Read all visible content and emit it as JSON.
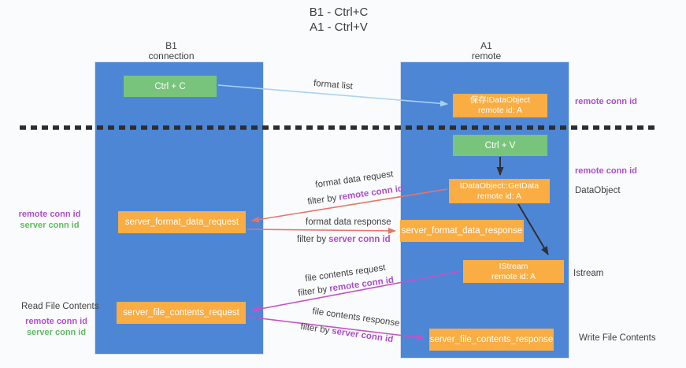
{
  "title": {
    "line1": "B1 - Ctrl+C",
    "line2": "A1 - Ctrl+V"
  },
  "lanes": {
    "b1": {
      "title": "B1",
      "subtitle": "connection"
    },
    "a1": {
      "title": "A1",
      "subtitle": "remote"
    }
  },
  "boxes": {
    "ctrl_c": {
      "label": "Ctrl + C"
    },
    "save_idataobject": {
      "line1": "保存IDataObject",
      "line2": "remote id: A"
    },
    "ctrl_v": {
      "label": "Ctrl + V"
    },
    "idataobject_getdata": {
      "line1": "IDataObject::GetData",
      "line2": "remote id: A"
    },
    "server_format_data_request": {
      "label": "server_format_data_request"
    },
    "server_format_data_response": {
      "label": "server_format_data_response"
    },
    "istream": {
      "line1": "IStream",
      "line2": "remote id: A"
    },
    "server_file_contents_request": {
      "label": "server_file_contents_request"
    },
    "server_file_contents_response": {
      "label": "server_file_contents_response"
    }
  },
  "flow_labels": {
    "format_list": "format list",
    "format_data_request": "format data request",
    "format_data_response": "format data response",
    "file_contents_request": "file contents request",
    "file_contents_response": "file contents response",
    "filter_by": "filter by",
    "remote_conn_id": "remote conn id",
    "server_conn_id": "server conn id"
  },
  "side_labels": {
    "remote_conn_id_top": "remote conn id",
    "remote_conn_id_mid": "remote conn id",
    "dataobject": "DataObject",
    "istream": "Istream",
    "write_file_contents": "Write File Contents",
    "read_file_contents": "Read File Contents",
    "left_remote_conn_id": "remote conn id",
    "left_server_conn_id": "server conn id",
    "bottom_remote_conn_id": "remote conn id",
    "bottom_server_conn_id": "server conn id"
  },
  "colors": {
    "lane_blue": "#4e86d6",
    "box_green": "#79c47d",
    "box_orange": "#f9ad42",
    "arrow_light_blue": "#a8d2f0",
    "arrow_red": "#e87468",
    "arrow_magenta": "#c650c6",
    "arrow_black": "#303030",
    "text_purple": "#ab4fc8",
    "text_green": "#5fbb63",
    "text_dark": "#3f3f3f"
  }
}
